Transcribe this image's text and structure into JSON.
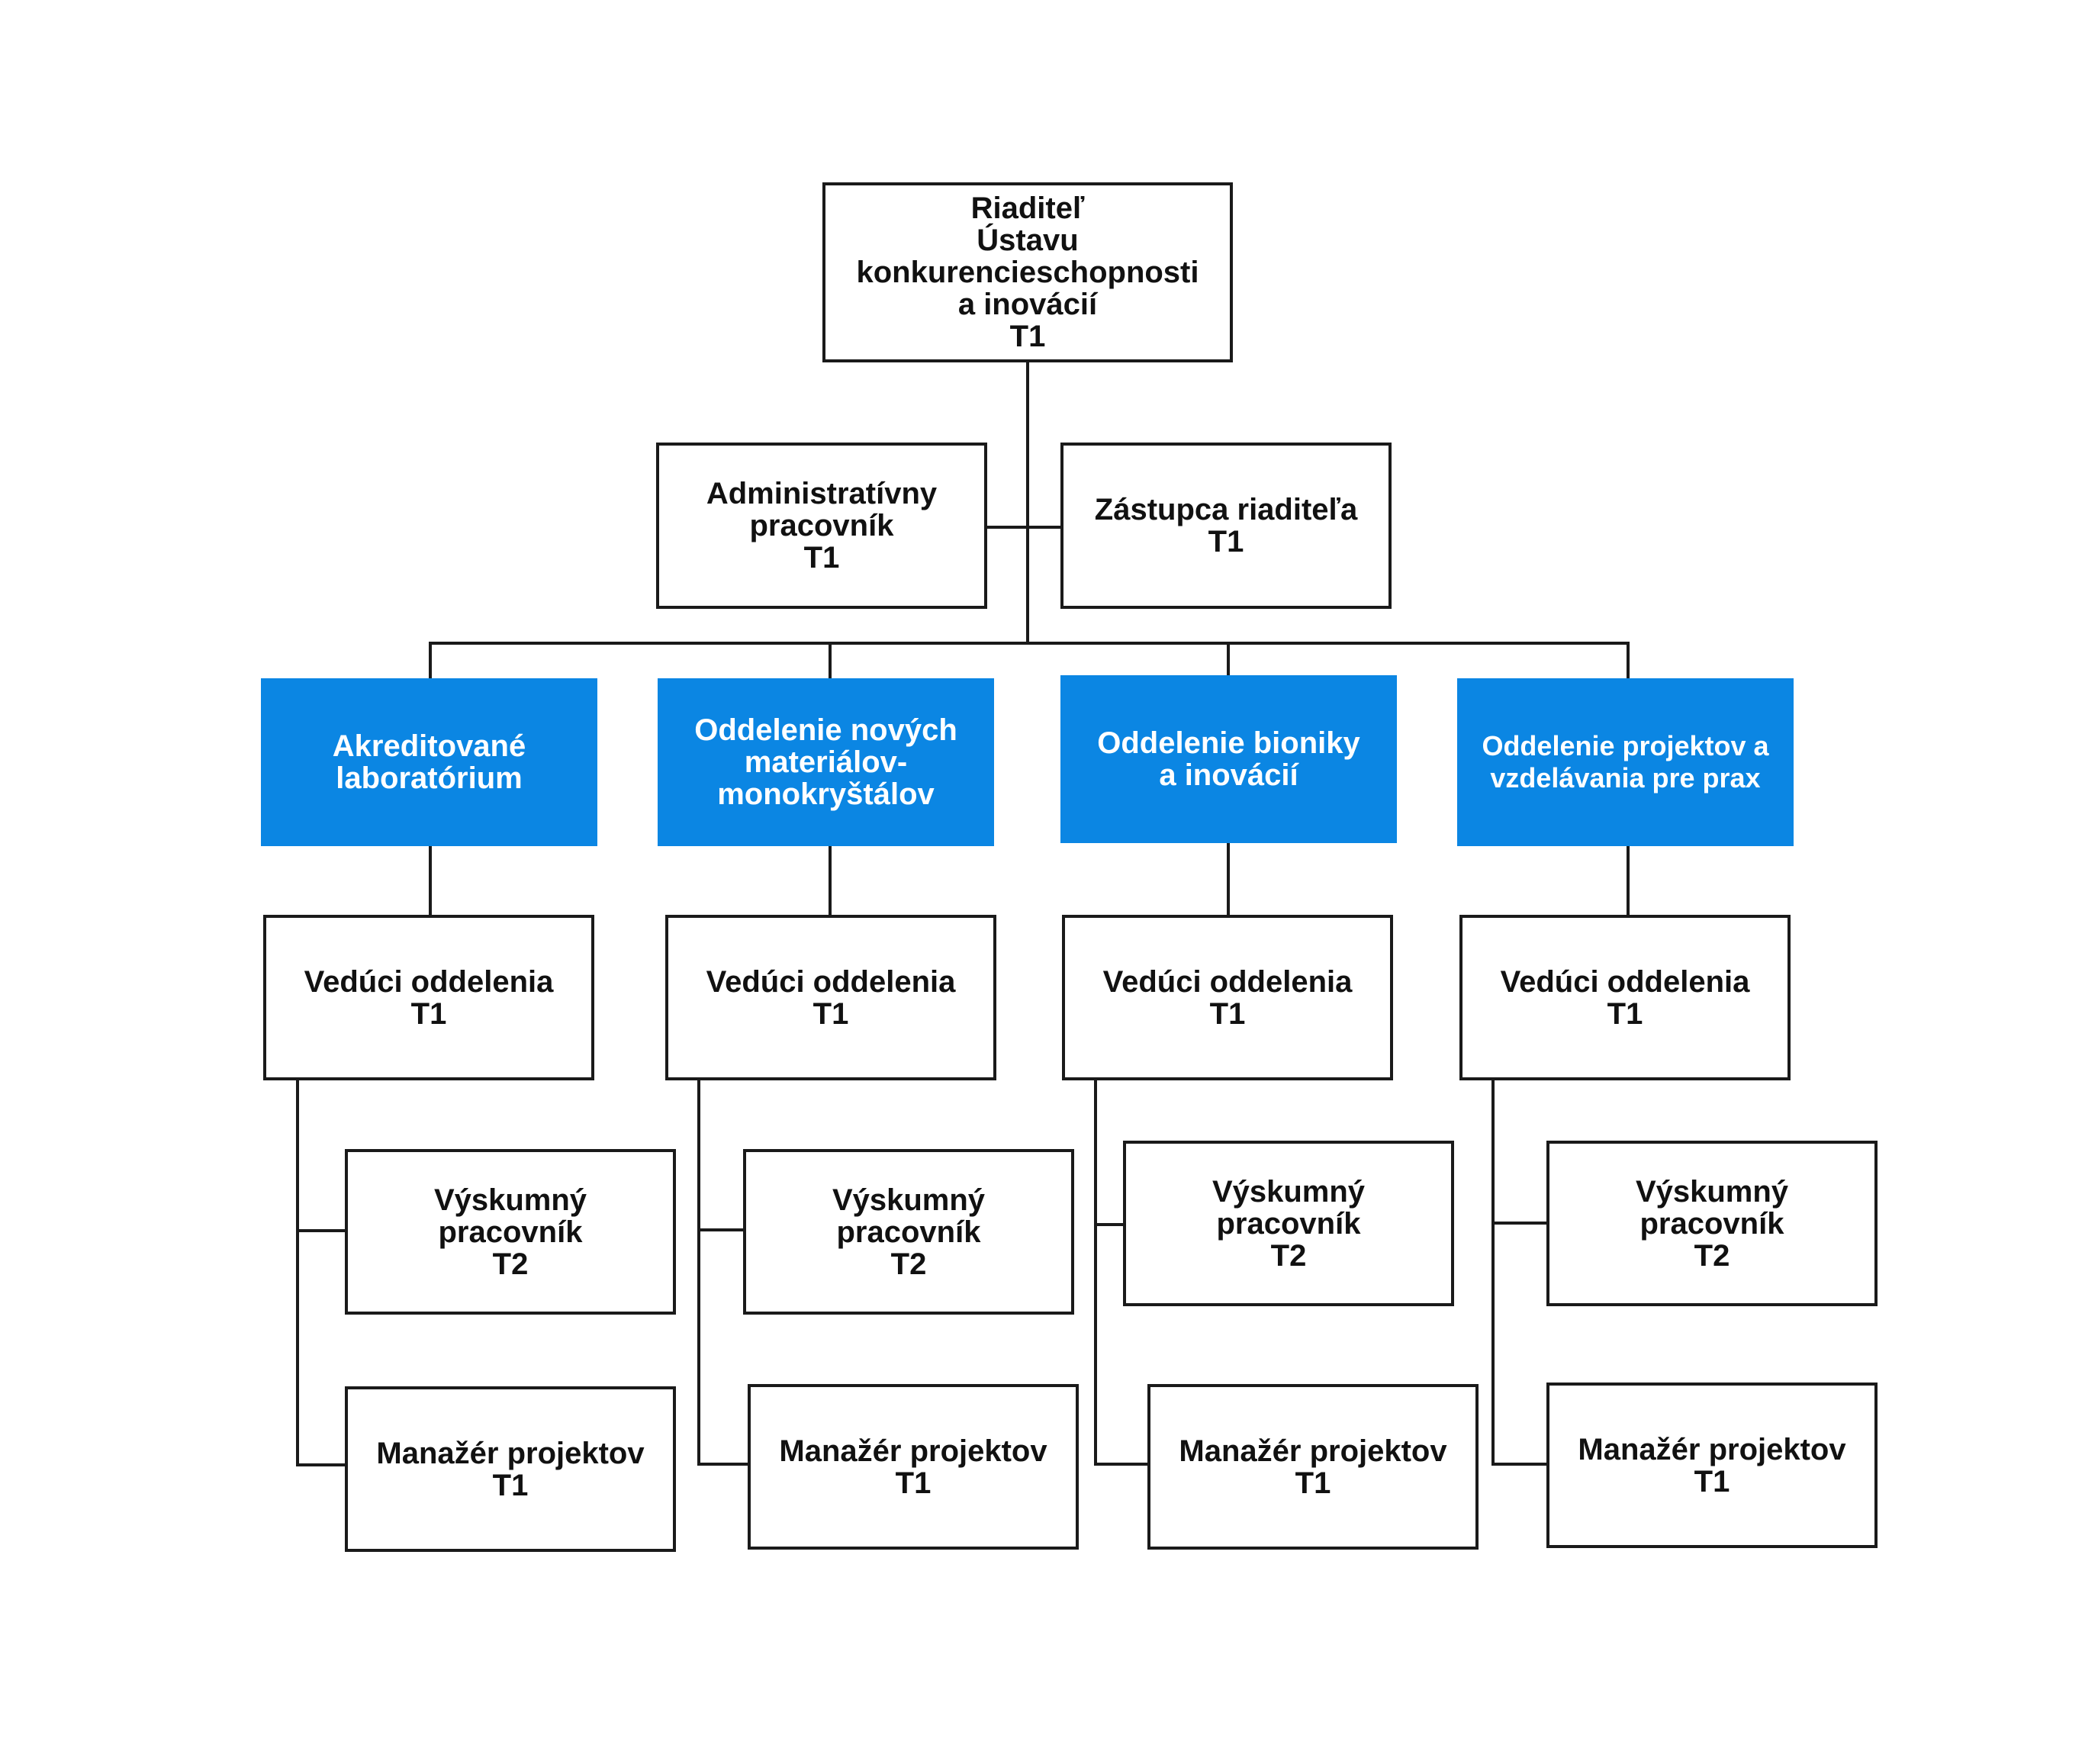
{
  "top": {
    "director": {
      "lines": [
        "Riaditeľ",
        "Ústavu",
        "konkurencieschopnosti",
        "a inovácií",
        "T1"
      ]
    },
    "admin": {
      "lines": [
        "Administratívny",
        "pracovník",
        "T1"
      ]
    },
    "deputy": {
      "lines": [
        "Zástupca riaditeľa",
        "T1"
      ]
    }
  },
  "departments": [
    {
      "title": [
        "Akreditované",
        "laboratórium"
      ],
      "head": [
        "Vedúci oddelenia",
        "T1"
      ],
      "researcher": [
        "Výskumný",
        "pracovník",
        "T2"
      ],
      "manager": [
        "Manažér projektov",
        "T1"
      ]
    },
    {
      "title": [
        "Oddelenie nových",
        "materiálov-",
        "monokryštálov"
      ],
      "head": [
        "Vedúci oddelenia",
        "T1"
      ],
      "researcher": [
        "Výskumný",
        "pracovník",
        "T2"
      ],
      "manager": [
        "Manažér projektov",
        "T1"
      ]
    },
    {
      "title": [
        "Oddelenie bioniky",
        "a inovácií"
      ],
      "head": [
        "Vedúci oddelenia",
        "T1"
      ],
      "researcher": [
        "Výskumný",
        "pracovník",
        "T2"
      ],
      "manager": [
        "Manažér projektov",
        "T1"
      ]
    },
    {
      "title": [
        "Oddelenie projektov a",
        "vzdelávania pre prax"
      ],
      "head": [
        "Vedúci oddelenia",
        "T1"
      ],
      "researcher": [
        "Výskumný",
        "pracovník",
        "T2"
      ],
      "manager": [
        "Manažér projektov",
        "T1"
      ]
    }
  ],
  "colors": {
    "department_fill": "#0b86e3",
    "department_text": "#ffffff",
    "line": "#1a1a1a"
  }
}
